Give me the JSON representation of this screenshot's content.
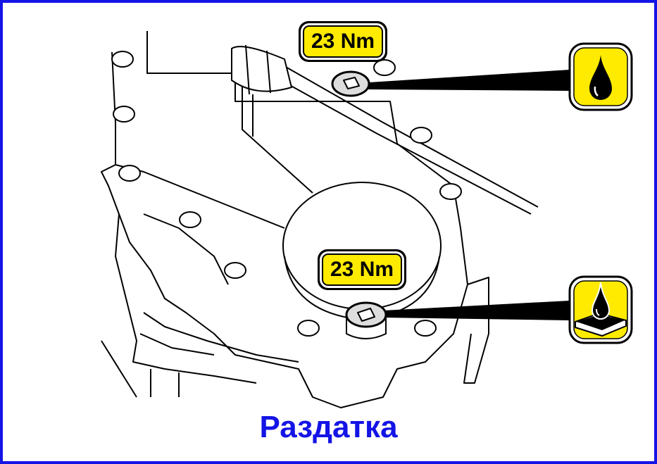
{
  "top_plug": {
    "torque": "23 Nm",
    "icon": "oil-drop-icon"
  },
  "bottom_plug": {
    "torque": "23 Nm",
    "icon": "sealant-drop-icon"
  },
  "caption": "Раздатка",
  "colors": {
    "frame": "#1414e6",
    "label_fill": "#ffeb00",
    "caption": "#1414e6"
  }
}
